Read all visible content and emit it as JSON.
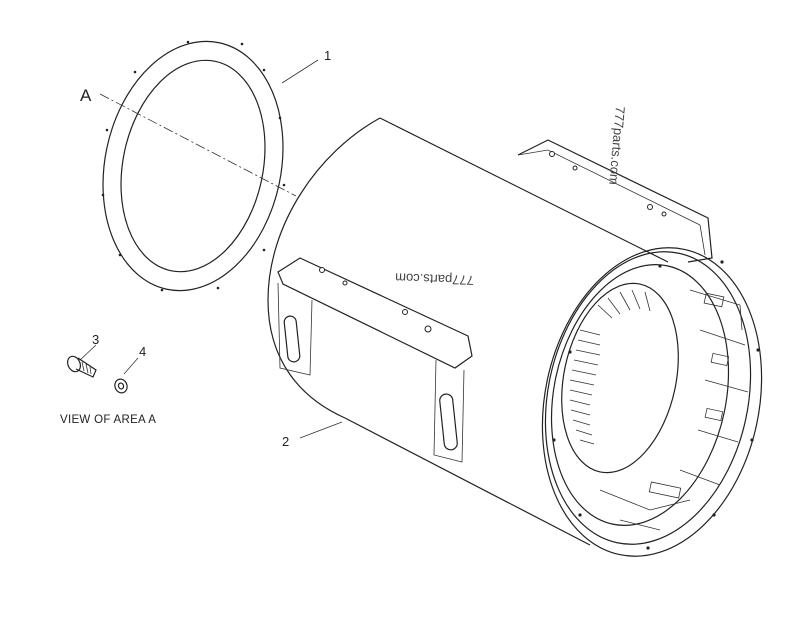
{
  "callouts": {
    "c1": "1",
    "c2": "2",
    "c3": "3",
    "c4": "4",
    "area": "A"
  },
  "view_label": "VIEW OF AREA A",
  "watermarks": {
    "w1": "777parts.com",
    "w2": "777parts.com"
  }
}
